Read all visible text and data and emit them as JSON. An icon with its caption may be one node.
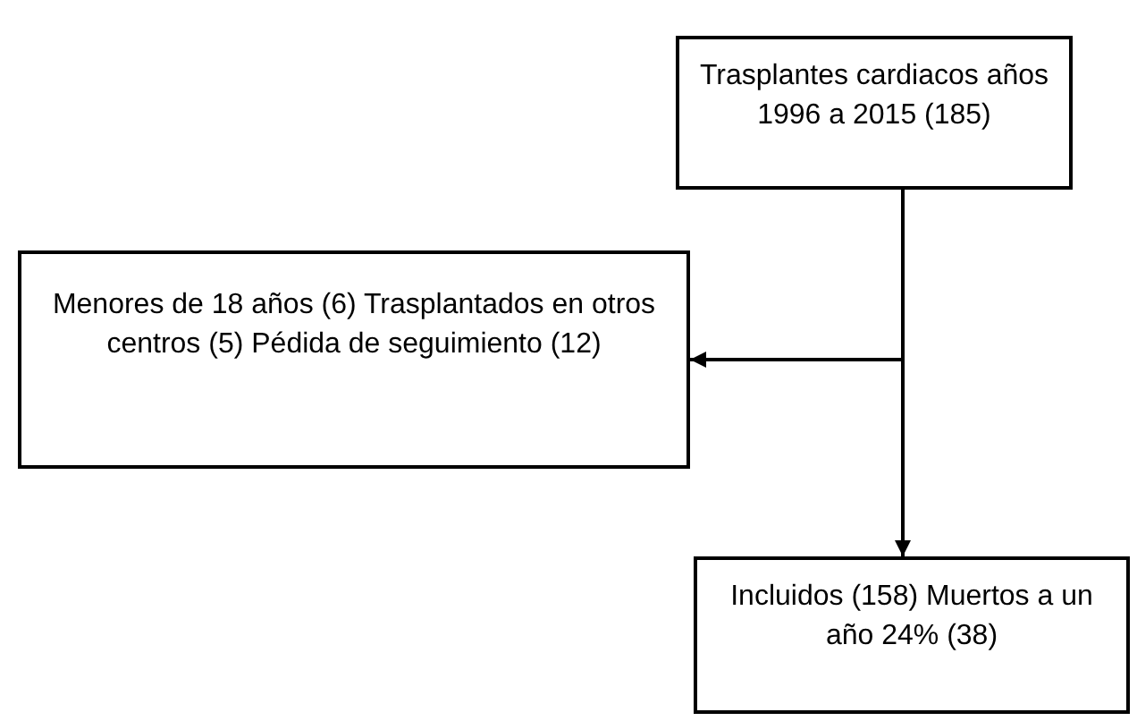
{
  "diagram": {
    "nodes": [
      {
        "text": [
          "Trasplantes cardiacos años 1996 a 2015 (185)"
        ]
      },
      {
        "text": [
          "Menores de 18 años (6) Trasplantados en otros centros (5) Pédida de seguimiento (12)"
        ]
      },
      {
        "text": [
          "Incluidos (158) Muertos a un año 24% (38)"
        ]
      }
    ],
    "edges": [
      {
        "from": 0,
        "to": 1,
        "arrow": "to"
      },
      {
        "from": 0,
        "to": 2,
        "arrow": "to"
      }
    ]
  }
}
